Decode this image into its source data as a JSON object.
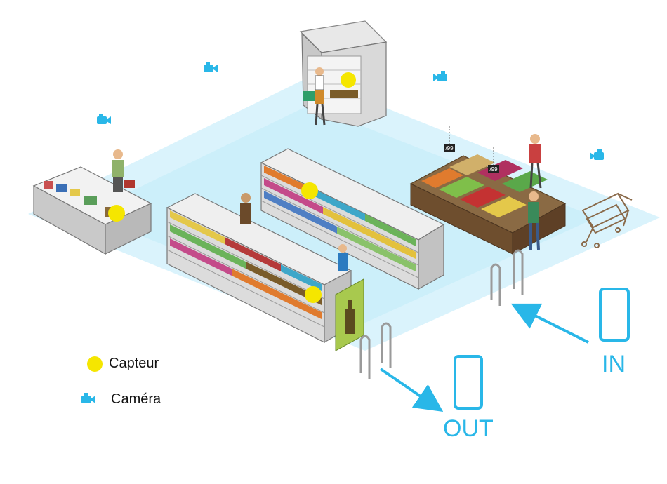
{
  "legend": {
    "sensor_label": "Capteur",
    "camera_label": "Caméra"
  },
  "doors": {
    "in_label": "IN",
    "out_label": "OUT"
  },
  "icons": {
    "sensor": "sensor-dot-icon",
    "camera": "video-camera-icon",
    "phone": "smartphone-icon",
    "arrow": "arrow-icon"
  },
  "colors": {
    "sensor": "#f5e600",
    "camera": "#29b7e8",
    "floor": "#d3f1fb",
    "accent": "#29b7e8"
  },
  "shelf_tags": {
    "tag_1": "/99",
    "tag_2": "/99"
  }
}
